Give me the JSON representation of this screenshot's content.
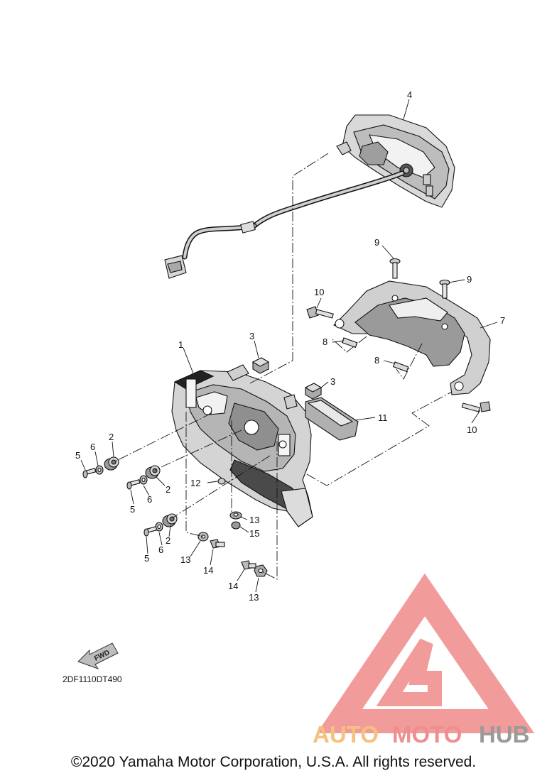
{
  "diagram": {
    "callouts": [
      {
        "id": "c4",
        "text": "4"
      },
      {
        "id": "c9a",
        "text": "9"
      },
      {
        "id": "c9b",
        "text": "9"
      },
      {
        "id": "c10a",
        "text": "10"
      },
      {
        "id": "c7",
        "text": "7"
      },
      {
        "id": "c8a",
        "text": "8"
      },
      {
        "id": "c8b",
        "text": "8"
      },
      {
        "id": "c1",
        "text": "1"
      },
      {
        "id": "c3a",
        "text": "3"
      },
      {
        "id": "c3b",
        "text": "3"
      },
      {
        "id": "c11",
        "text": "11"
      },
      {
        "id": "c10b",
        "text": "10"
      },
      {
        "id": "c2a",
        "text": "2"
      },
      {
        "id": "c6a",
        "text": "6"
      },
      {
        "id": "c5a",
        "text": "5"
      },
      {
        "id": "c2b",
        "text": "2"
      },
      {
        "id": "c6b",
        "text": "6"
      },
      {
        "id": "c5b",
        "text": "5"
      },
      {
        "id": "c12",
        "text": "12"
      },
      {
        "id": "c13a",
        "text": "13"
      },
      {
        "id": "c15",
        "text": "15"
      },
      {
        "id": "c2c",
        "text": "2"
      },
      {
        "id": "c6c",
        "text": "6"
      },
      {
        "id": "c5c",
        "text": "5"
      },
      {
        "id": "c13b",
        "text": "13"
      },
      {
        "id": "c14a",
        "text": "14"
      },
      {
        "id": "c14b",
        "text": "14"
      },
      {
        "id": "c13c",
        "text": "13"
      }
    ],
    "fwd_label": "FWD",
    "diagram_code": "2DF1110DT490"
  },
  "watermark": {
    "part1": "AUTO",
    "part2": "MOTO",
    "part3": "HUB",
    "colors": {
      "auto": "#f4c17e",
      "moto": "#ee8e8e",
      "hub": "#9a9a9a",
      "logo": "#f08a8a"
    }
  },
  "footer": {
    "copyright": "©2020 Yamaha Motor Corporation, U.S.A. All rights reserved."
  }
}
